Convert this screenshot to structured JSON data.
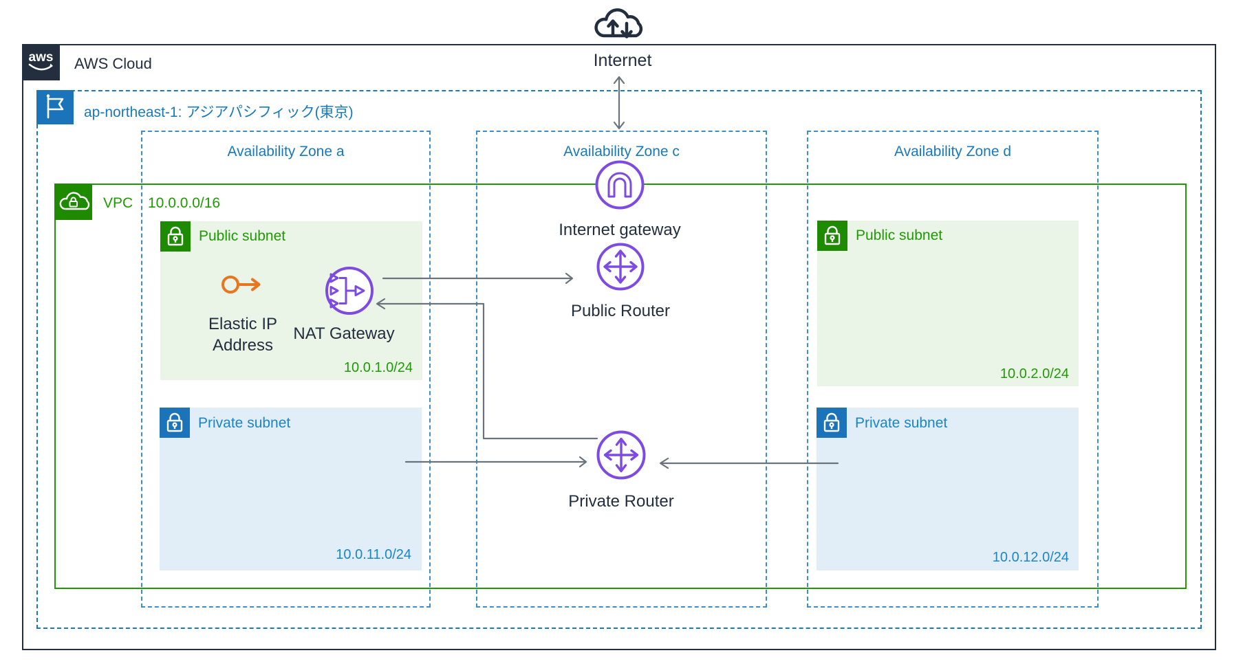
{
  "internet": {
    "label": "Internet"
  },
  "aws_cloud": {
    "label": "AWS Cloud",
    "logo_text": "aws"
  },
  "region": {
    "label": "ap-northeast-1: アジアパシフィック(東京)"
  },
  "zones": [
    {
      "label": "Availability Zone a"
    },
    {
      "label": "Availability Zone c"
    },
    {
      "label": "Availability Zone d"
    }
  ],
  "vpc": {
    "label": "VPC",
    "cidr": "10.0.0.0/16"
  },
  "subnets": {
    "zone_a_public": {
      "label": "Public subnet",
      "cidr": "10.0.1.0/24"
    },
    "zone_a_private": {
      "label": "Private subnet",
      "cidr": "10.0.11.0/24"
    },
    "zone_d_public": {
      "label": "Public subnet",
      "cidr": "10.0.2.0/24"
    },
    "zone_d_private": {
      "label": "Private subnet",
      "cidr": "10.0.12.0/24"
    }
  },
  "nodes": {
    "elastic_ip": {
      "line1": "Elastic IP",
      "line2": "Address"
    },
    "nat_gateway": {
      "label": "NAT Gateway"
    },
    "internet_gateway": {
      "label": "Internet gateway"
    },
    "public_router": {
      "label": "Public Router"
    },
    "private_router": {
      "label": "Private Router"
    }
  },
  "icons": {
    "internet": "cloud-up-down-arrows-icon",
    "aws_cloud": "aws-logo-icon",
    "region": "flag-icon",
    "vpc": "cloud-lock-icon",
    "subnet": "padlock-icon",
    "internet_gateway": "arch-circle-icon",
    "router": "cross-arrows-circle-icon",
    "nat_gateway": "fanout-arrow-circle-icon",
    "elastic_ip": "anchor-arrow-icon"
  },
  "colors": {
    "navy": "#232F3E",
    "blue": "#1879BD",
    "blue_icon": "#1B74B9",
    "zone_dash_blue": "#3E8EC6",
    "green": "#1E9A02",
    "green_icon": "#1E8A00",
    "public_subnet_fill": "#EAF4E7",
    "private_subnet_fill": "#E1EDF7",
    "purple": "#7D4BE0",
    "orange": "#E8751F",
    "arrow_gray": "#6A737C"
  }
}
